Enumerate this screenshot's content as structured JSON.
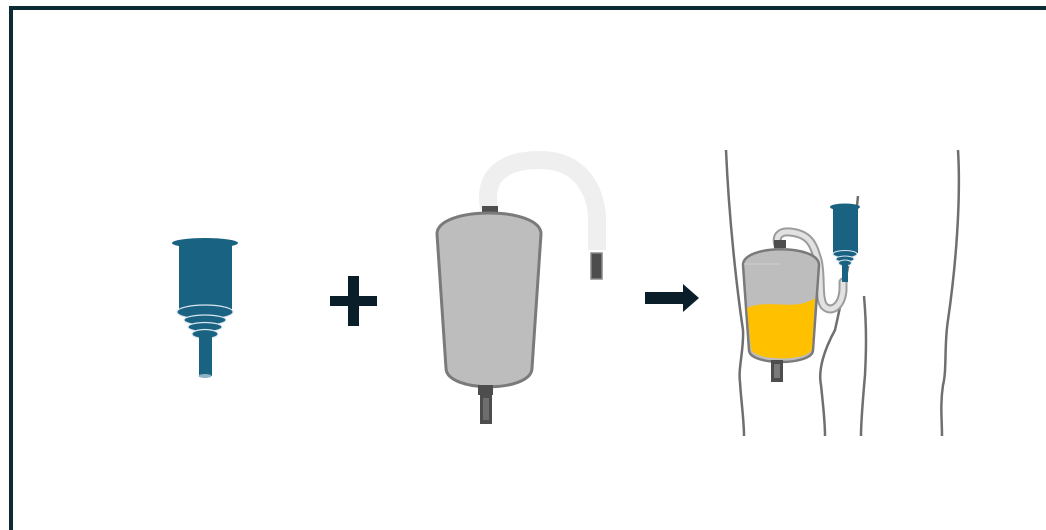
{
  "diagram": {
    "elements": [
      {
        "name": "condom-catheter-icon",
        "role": "component"
      },
      {
        "name": "plus-icon",
        "role": "operator"
      },
      {
        "name": "urine-bag-icon",
        "role": "component"
      },
      {
        "name": "arrow-right-icon",
        "role": "operator"
      },
      {
        "name": "leg-with-attached-bag-illustration",
        "role": "result"
      }
    ],
    "colors": {
      "frame": "#0e2a33",
      "catheter": "#196282",
      "bag_fill": "#bdbdbd",
      "bag_outline": "#7a7a7a",
      "tube": "#efefef",
      "valve": "#4d4d4d",
      "urine": "#ffc000",
      "operator": "#0a1e2a",
      "leg_outline": "#6f6f6f"
    }
  }
}
